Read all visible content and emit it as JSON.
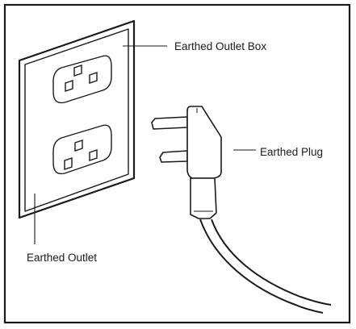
{
  "labels": {
    "outlet_box": "Earthed Outlet Box",
    "plug": "Earthed Plug",
    "outlet": "Earthed Outlet"
  },
  "colors": {
    "ink": "#1a1a1a",
    "background": "#ffffff"
  }
}
